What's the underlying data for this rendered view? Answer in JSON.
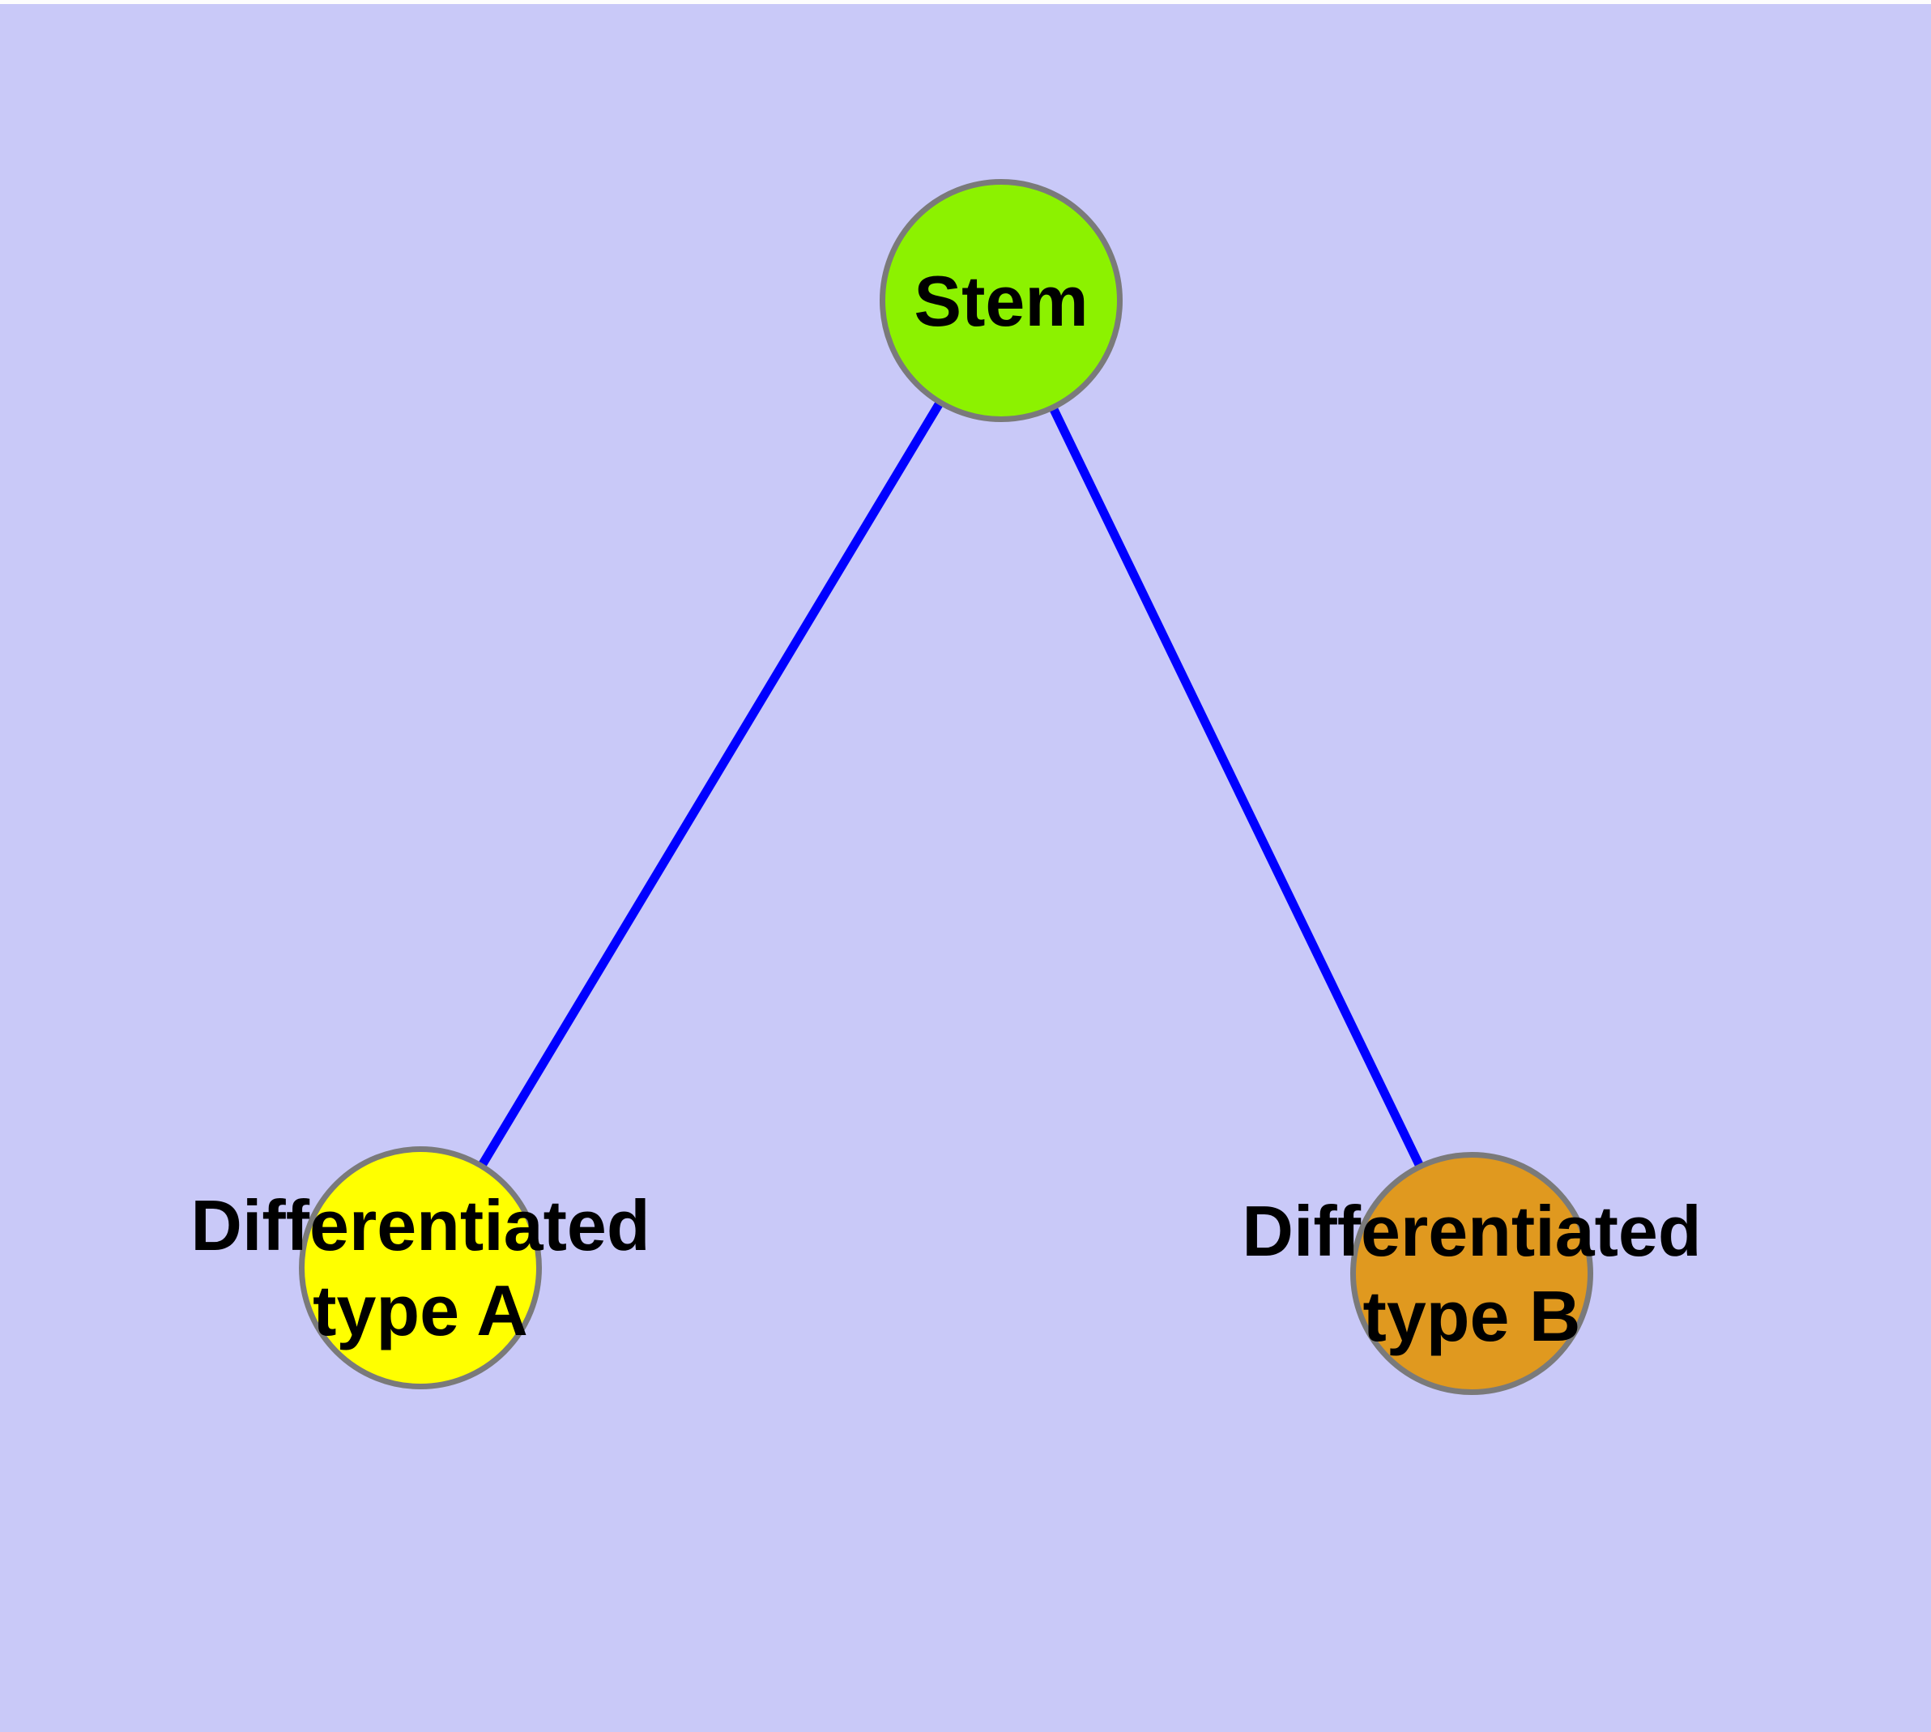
{
  "colors": {
    "background": "#c9c9f8",
    "top_strip": "#fdfdfd",
    "node_border": "#7a7a7a",
    "edge": "#0000ff",
    "label_text": "#000000"
  },
  "nodes": {
    "stem": {
      "label": "Stem",
      "fill": "#8cf200"
    },
    "type_a": {
      "label": "Differentiated type A",
      "lines": [
        "Differentiated",
        "type A"
      ],
      "fill": "#ffff00"
    },
    "type_b": {
      "label": "Differentiated type B",
      "lines": [
        "Differentiated",
        "type B"
      ],
      "fill": "#e0991f"
    }
  },
  "edges": [
    {
      "from": "Stem",
      "to": "Differentiated type A"
    },
    {
      "from": "Stem",
      "to": "Differentiated type B"
    }
  ]
}
